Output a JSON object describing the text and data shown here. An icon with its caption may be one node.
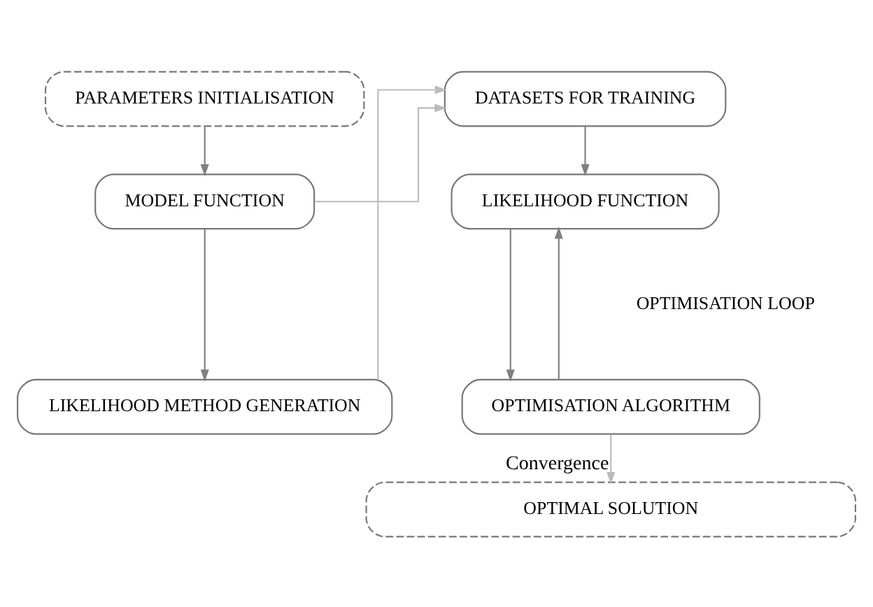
{
  "diagram": {
    "nodes": [
      {
        "text": [
          "PARAMETERS INITIALISATION"
        ]
      },
      {
        "text": [
          "DATASETS FOR TRAINING"
        ]
      },
      {
        "text": [
          "MODEL FUNCTION"
        ]
      },
      {
        "text": [
          "LIKELIHOOD FUNCTION"
        ]
      },
      {
        "text": [
          "LIKELIHOOD METHOD GENERATION"
        ]
      },
      {
        "text": [
          "OPTIMISATION ALGORITHM"
        ]
      },
      {
        "text": [
          "OPTIMAL SOLUTION"
        ]
      }
    ],
    "edges": [
      {
        "from": 0,
        "to": 2,
        "arrow": "to"
      },
      {
        "from": 2,
        "to": 4,
        "arrow": "to"
      },
      {
        "from": 2,
        "to": 1,
        "arrow": "to",
        "color": "#bbbbbb"
      },
      {
        "from": 4,
        "to": 1,
        "arrow": "to",
        "color": "#bbbbbb"
      },
      {
        "from": 1,
        "to": 3,
        "arrow": "to"
      },
      {
        "from": 5,
        "to": 3,
        "arrow": "to"
      },
      {
        "from": 3,
        "to": 5,
        "arrow": "to"
      },
      {
        "from": 5,
        "to": 6,
        "arrow": "to",
        "label": "Convergence",
        "color": "#bbbbbb"
      }
    ],
    "labels": [
      "OPTIMISATION LOOP"
    ]
  }
}
